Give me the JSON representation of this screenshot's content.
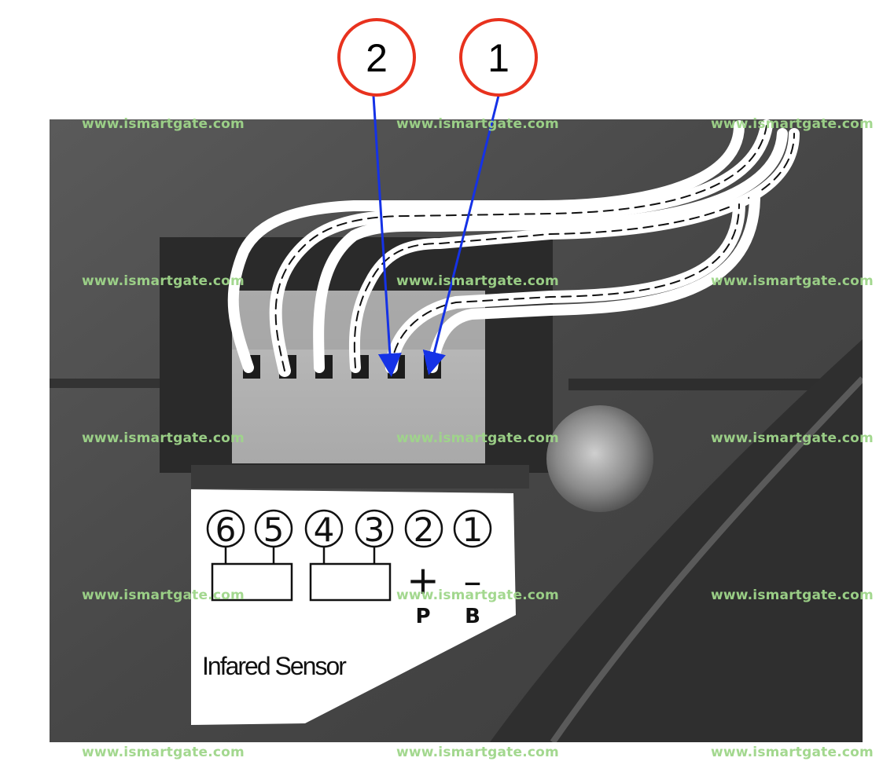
{
  "callouts": [
    {
      "id": "2",
      "label": "2",
      "target_terminal": 2
    },
    {
      "id": "1",
      "label": "1",
      "target_terminal": 1
    }
  ],
  "colors": {
    "callout_ring": "#e8321e",
    "arrow": "#1532e6",
    "watermark": "#9fd68a",
    "wire": "#ffffff",
    "photo_bg": "#4a4a4a"
  },
  "watermark": "www.ismartgate.com",
  "terminal_block": {
    "terminal_count": 6
  },
  "label_card": {
    "pins": [
      "6",
      "5",
      "4",
      "3",
      "2",
      "1"
    ],
    "pin2_symbol": "+",
    "pin1_symbol": "–",
    "pin2_letter": "P",
    "pin1_letter": "B",
    "title": "Infared Sensor"
  }
}
